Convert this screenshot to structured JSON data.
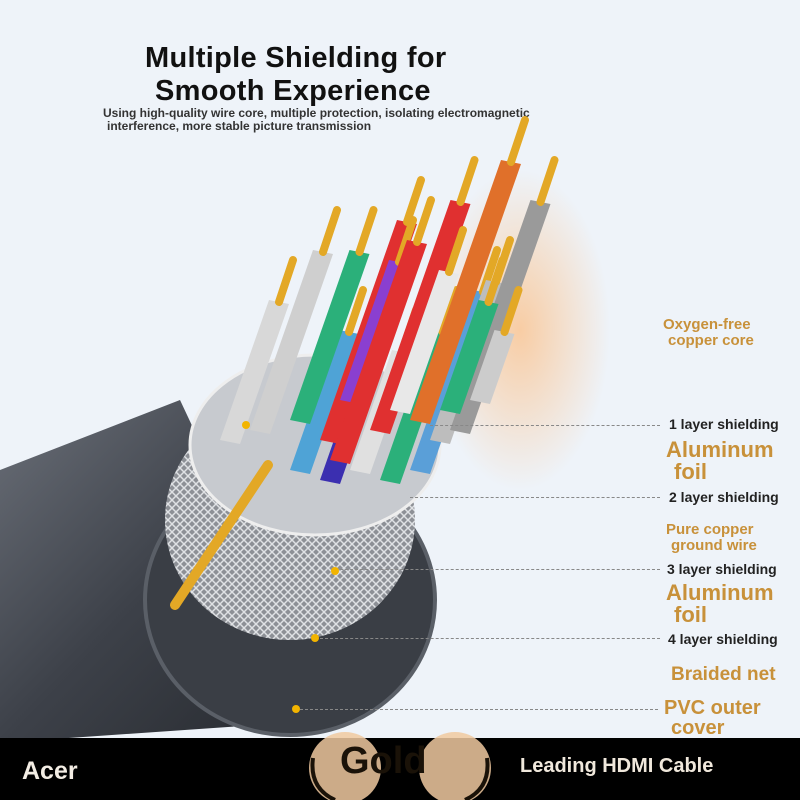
{
  "header": {
    "title_line1": "Multiple Shielding for",
    "title_line2": "Smooth Experience",
    "subtitle_line1": "Using high-quality wire core, multiple protection, isolating electromagnetic",
    "subtitle_line2": "interference, more stable picture transmission"
  },
  "labels": {
    "core": [
      "Oxygen-free",
      "copper core"
    ],
    "layer1": "1 layer shielding",
    "foil1": [
      "Aluminum",
      "foil"
    ],
    "layer2": "2 layer shielding",
    "ground": [
      "Pure copper",
      "ground wire"
    ],
    "layer3": "3 layer shielding",
    "foil2": [
      "Aluminum",
      "foil"
    ],
    "layer4": "4 layer shielding",
    "braid": "Braided net",
    "pvc": [
      "PVC outer",
      "cover"
    ]
  },
  "footer": {
    "brand": "Acer",
    "badge": "Gold",
    "tagline": "Leading HDMI Cable"
  },
  "colors": {
    "accent": "#c8913a",
    "background": "#eef3f9"
  }
}
